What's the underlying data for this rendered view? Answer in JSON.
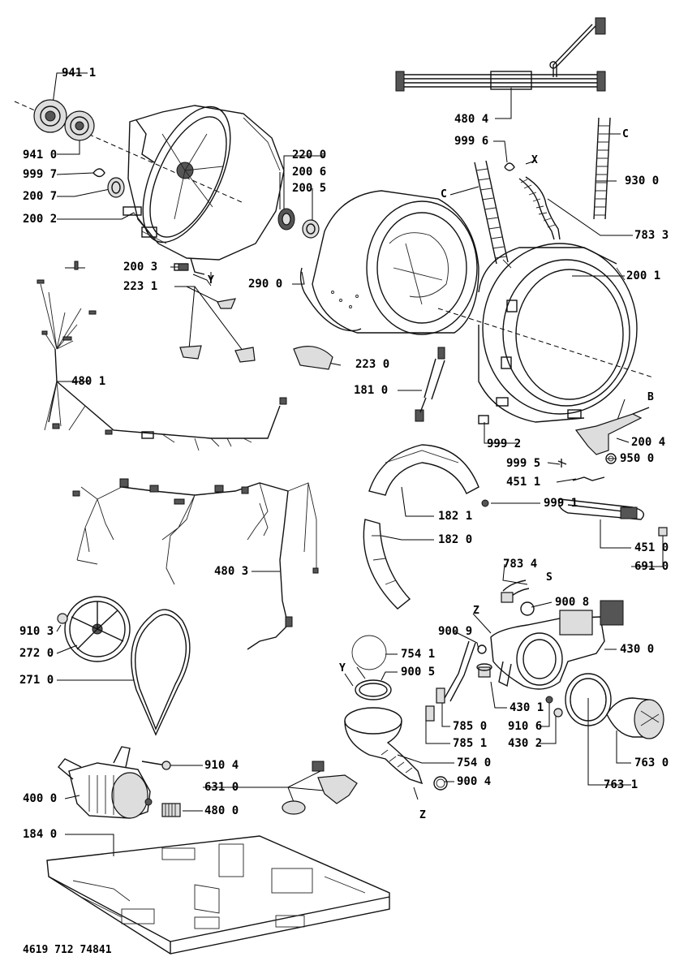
{
  "labels": {
    "l9411": "941 1",
    "l9410": "941 0",
    "l9997": "999 7",
    "l2007": "200 7",
    "l2002": "200 2",
    "l2003": "200 3",
    "l2231": "223 1",
    "l2200": "220 0",
    "l2006": "200 6",
    "l2005": "200 5",
    "l2900": "290 0",
    "l4804": "480 4",
    "l9996": "999 6",
    "l9300": "930 0",
    "l7833": "783 3",
    "l2001": "200 1",
    "l4801": "480 1",
    "l2230": "223 0",
    "l1810": "181 0",
    "l9992": "999 2",
    "l2004": "200 4",
    "l9995": "999 5",
    "l9500": "950 0",
    "l4511": "451 1",
    "l9991": "999 1",
    "l1821": "182 1",
    "l1820": "182 0",
    "l4510": "451 0",
    "l6910": "691 0",
    "l4803": "480 3",
    "l7834": "783 4",
    "l9008": "900 8",
    "l9103": "910 3",
    "l2720": "272 0",
    "l2710": "271 0",
    "l9009": "900 9",
    "l4300": "430 0",
    "l7541": "754 1",
    "l9005": "900 5",
    "l4301": "430 1",
    "l7850": "785 0",
    "l9106": "910 6",
    "l7851": "785 1",
    "l4302": "430 2",
    "l7630": "763 0",
    "l7631": "763 1",
    "l9104": "910 4",
    "l7540": "754 0",
    "l6310": "631 0",
    "l9004": "900 4",
    "l4000": "400 0",
    "l4800": "480 0",
    "l1840": "184 0"
  },
  "refs": {
    "y1": "Y",
    "c1": "C",
    "x1": "X",
    "c2": "C",
    "b1": "B",
    "s1": "S",
    "z1": "Z",
    "y2": "Y",
    "z2": "Z"
  },
  "drawing_code": "4619 712 74841"
}
